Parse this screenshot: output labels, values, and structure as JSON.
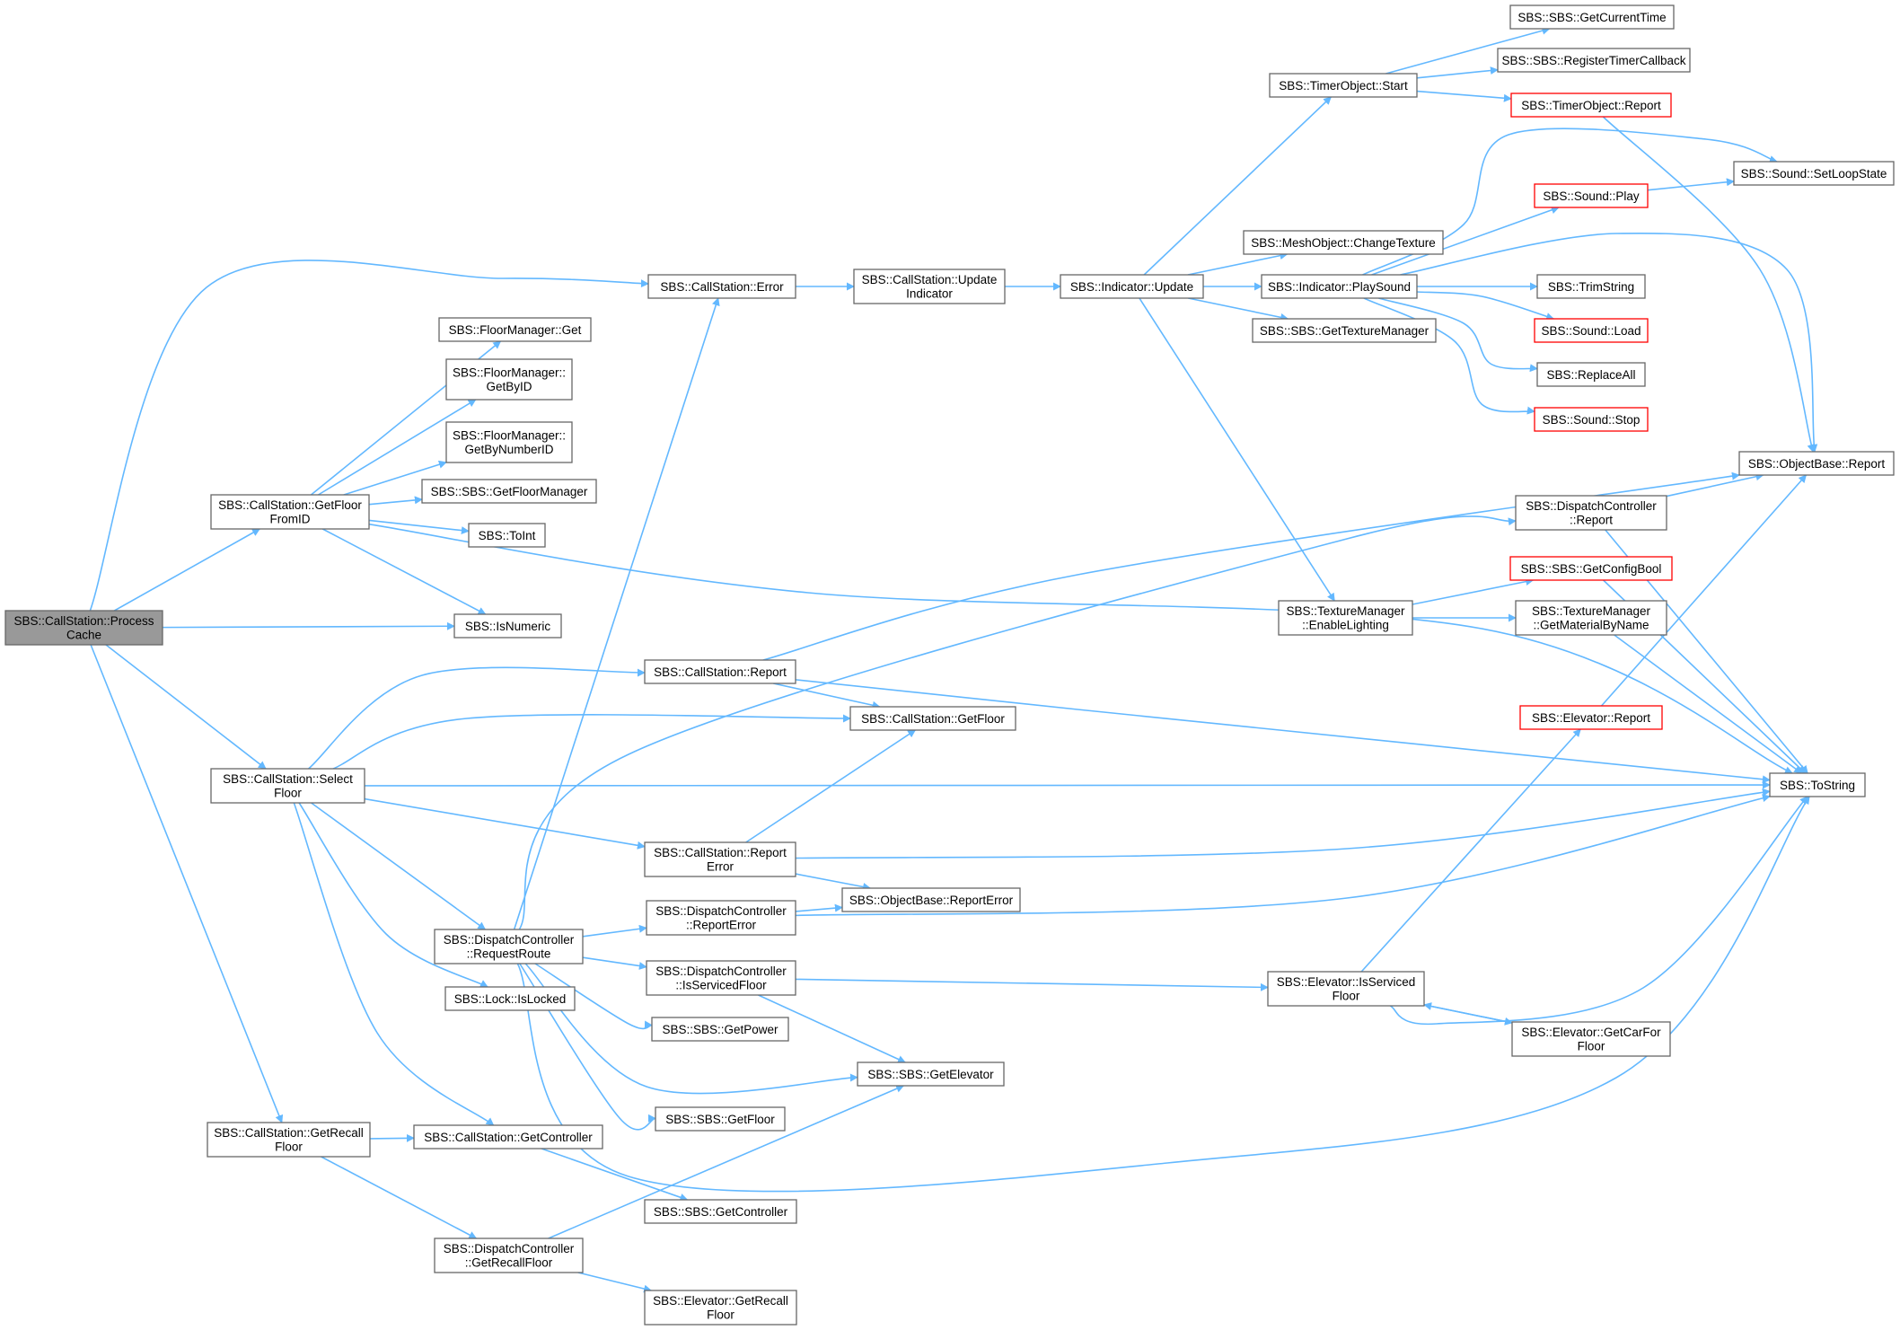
{
  "colors": {
    "edge": "#63b8ff",
    "node_border": "#666666",
    "node_border_truncated": "#ff0000",
    "node_fill": "#ffffff",
    "root_fill": "#999999"
  },
  "nodes": [
    {
      "id": "root",
      "label": [
        "SBS::CallStation::Process",
        "Cache"
      ],
      "root": true
    },
    {
      "id": "getFloorFromID",
      "label": [
        "SBS::CallStation::GetFloor",
        "FromID"
      ]
    },
    {
      "id": "selectFloor",
      "label": [
        "SBS::CallStation::Select",
        "Floor"
      ]
    },
    {
      "id": "getRecallFloor",
      "label": [
        "SBS::CallStation::GetRecall",
        "Floor"
      ]
    },
    {
      "id": "fmGet",
      "label": [
        "SBS::FloorManager::Get"
      ]
    },
    {
      "id": "fmGetByID",
      "label": [
        "SBS::FloorManager::",
        "GetByID"
      ]
    },
    {
      "id": "fmGetByNumberID",
      "label": [
        "SBS::FloorManager::",
        "GetByNumberID"
      ]
    },
    {
      "id": "getFloorManager",
      "label": [
        "SBS::SBS::GetFloorManager"
      ]
    },
    {
      "id": "toInt",
      "label": [
        "SBS::ToInt"
      ]
    },
    {
      "id": "isNumeric",
      "label": [
        "SBS::IsNumeric"
      ]
    },
    {
      "id": "dcRequestRoute",
      "label": [
        "SBS::DispatchController",
        "::RequestRoute"
      ]
    },
    {
      "id": "lockIsLocked",
      "label": [
        "SBS::Lock::IsLocked"
      ]
    },
    {
      "id": "csGetController",
      "label": [
        "SBS::CallStation::GetController"
      ]
    },
    {
      "id": "dcGetRecallFloor",
      "label": [
        "SBS::DispatchController",
        "::GetRecallFloor"
      ]
    },
    {
      "id": "csError",
      "label": [
        "SBS::CallStation::Error"
      ]
    },
    {
      "id": "csReport",
      "label": [
        "SBS::CallStation::Report"
      ]
    },
    {
      "id": "csReportError",
      "label": [
        "SBS::CallStation::Report",
        "Error"
      ]
    },
    {
      "id": "dcReportError",
      "label": [
        "SBS::DispatchController",
        "::ReportError"
      ]
    },
    {
      "id": "dcIsServicedFloor",
      "label": [
        "SBS::DispatchController",
        "::IsServicedFloor"
      ]
    },
    {
      "id": "sbsGetPower",
      "label": [
        "SBS::SBS::GetPower"
      ]
    },
    {
      "id": "sbsGetFloor",
      "label": [
        "SBS::SBS::GetFloor"
      ]
    },
    {
      "id": "sbsGetController",
      "label": [
        "SBS::SBS::GetController"
      ]
    },
    {
      "id": "elevGetRecallFloor",
      "label": [
        "SBS::Elevator::GetRecall",
        "Floor"
      ]
    },
    {
      "id": "csUpdateIndicator",
      "label": [
        "SBS::CallStation::Update",
        "Indicator"
      ]
    },
    {
      "id": "csGetFloor",
      "label": [
        "SBS::CallStation::GetFloor"
      ]
    },
    {
      "id": "obReportError",
      "label": [
        "SBS::ObjectBase::ReportError"
      ]
    },
    {
      "id": "sbsGetElevator",
      "label": [
        "SBS::SBS::GetElevator"
      ]
    },
    {
      "id": "indUpdate",
      "label": [
        "SBS::Indicator::Update"
      ]
    },
    {
      "id": "timerStart",
      "label": [
        "SBS::TimerObject::Start"
      ]
    },
    {
      "id": "meshChangeTexture",
      "label": [
        "SBS::MeshObject::ChangeTexture"
      ]
    },
    {
      "id": "indPlaySound",
      "label": [
        "SBS::Indicator::PlaySound"
      ]
    },
    {
      "id": "getTextureManager",
      "label": [
        "SBS::SBS::GetTextureManager"
      ]
    },
    {
      "id": "tmEnableLighting",
      "label": [
        "SBS::TextureManager",
        "::EnableLighting"
      ]
    },
    {
      "id": "elevIsServicedFloor",
      "label": [
        "SBS::Elevator::IsServiced",
        "Floor"
      ]
    },
    {
      "id": "getCurrentTime",
      "label": [
        "SBS::SBS::GetCurrentTime"
      ]
    },
    {
      "id": "registerTimerCallback",
      "label": [
        "SBS::SBS::RegisterTimerCallback"
      ]
    },
    {
      "id": "timerReport",
      "label": [
        "SBS::TimerObject::Report"
      ],
      "truncated": true
    },
    {
      "id": "soundPlay",
      "label": [
        "SBS::Sound::Play"
      ],
      "truncated": true
    },
    {
      "id": "trimString",
      "label": [
        "SBS::TrimString"
      ]
    },
    {
      "id": "soundLoad",
      "label": [
        "SBS::Sound::Load"
      ],
      "truncated": true
    },
    {
      "id": "replaceAll",
      "label": [
        "SBS::ReplaceAll"
      ]
    },
    {
      "id": "soundStop",
      "label": [
        "SBS::Sound::Stop"
      ],
      "truncated": true
    },
    {
      "id": "dcReport",
      "label": [
        "SBS::DispatchController",
        "::Report"
      ]
    },
    {
      "id": "getConfigBool",
      "label": [
        "SBS::SBS::GetConfigBool"
      ],
      "truncated": true
    },
    {
      "id": "tmGetMaterialByName",
      "label": [
        "SBS::TextureManager",
        "::GetMaterialByName"
      ]
    },
    {
      "id": "elevReport",
      "label": [
        "SBS::Elevator::Report"
      ],
      "truncated": true
    },
    {
      "id": "elevGetCarForFloor",
      "label": [
        "SBS::Elevator::GetCarFor",
        "Floor"
      ]
    },
    {
      "id": "soundSetLoopState",
      "label": [
        "SBS::Sound::SetLoopState"
      ]
    },
    {
      "id": "obReport",
      "label": [
        "SBS::ObjectBase::Report"
      ]
    },
    {
      "id": "toString",
      "label": [
        "SBS::ToString"
      ]
    }
  ],
  "edges": [
    [
      "root",
      "csError"
    ],
    [
      "root",
      "getFloorFromID"
    ],
    [
      "root",
      "isNumeric"
    ],
    [
      "root",
      "selectFloor"
    ],
    [
      "root",
      "getRecallFloor"
    ],
    [
      "getFloorFromID",
      "fmGet"
    ],
    [
      "getFloorFromID",
      "fmGetByID"
    ],
    [
      "getFloorFromID",
      "fmGetByNumberID"
    ],
    [
      "getFloorFromID",
      "getFloorManager"
    ],
    [
      "getFloorFromID",
      "toInt"
    ],
    [
      "getFloorFromID",
      "isNumeric"
    ],
    [
      "getFloorFromID",
      "toString"
    ],
    [
      "selectFloor",
      "csReport"
    ],
    [
      "selectFloor",
      "csGetFloor"
    ],
    [
      "selectFloor",
      "toString"
    ],
    [
      "selectFloor",
      "csReportError"
    ],
    [
      "selectFloor",
      "dcRequestRoute"
    ],
    [
      "selectFloor",
      "lockIsLocked"
    ],
    [
      "selectFloor",
      "csGetController"
    ],
    [
      "getRecallFloor",
      "csGetController"
    ],
    [
      "getRecallFloor",
      "dcGetRecallFloor"
    ],
    [
      "dcRequestRoute",
      "csError"
    ],
    [
      "dcRequestRoute",
      "dcReport"
    ],
    [
      "dcRequestRoute",
      "dcReportError"
    ],
    [
      "dcRequestRoute",
      "dcIsServicedFloor"
    ],
    [
      "dcRequestRoute",
      "sbsGetPower"
    ],
    [
      "dcRequestRoute",
      "sbsGetElevator"
    ],
    [
      "dcRequestRoute",
      "sbsGetFloor"
    ],
    [
      "dcRequestRoute",
      "toString"
    ],
    [
      "csGetController",
      "sbsGetController"
    ],
    [
      "dcGetRecallFloor",
      "sbsGetElevator"
    ],
    [
      "dcGetRecallFloor",
      "elevGetRecallFloor"
    ],
    [
      "csError",
      "csUpdateIndicator"
    ],
    [
      "csUpdateIndicator",
      "indUpdate"
    ],
    [
      "csReport",
      "obReport"
    ],
    [
      "csReport",
      "csGetFloor"
    ],
    [
      "csReport",
      "toString"
    ],
    [
      "csReportError",
      "csGetFloor"
    ],
    [
      "csReportError",
      "toString"
    ],
    [
      "csReportError",
      "obReportError"
    ],
    [
      "dcReportError",
      "obReportError"
    ],
    [
      "dcReportError",
      "toString"
    ],
    [
      "dcIsServicedFloor",
      "elevIsServicedFloor"
    ],
    [
      "dcIsServicedFloor",
      "sbsGetElevator"
    ],
    [
      "indUpdate",
      "timerStart"
    ],
    [
      "indUpdate",
      "meshChangeTexture"
    ],
    [
      "indUpdate",
      "indPlaySound"
    ],
    [
      "indUpdate",
      "getTextureManager"
    ],
    [
      "indUpdate",
      "tmEnableLighting"
    ],
    [
      "timerStart",
      "getCurrentTime"
    ],
    [
      "timerStart",
      "registerTimerCallback"
    ],
    [
      "timerStart",
      "timerReport"
    ],
    [
      "timerReport",
      "obReport"
    ],
    [
      "indPlaySound",
      "soundSetLoopState"
    ],
    [
      "indPlaySound",
      "soundPlay"
    ],
    [
      "indPlaySound",
      "obReport"
    ],
    [
      "indPlaySound",
      "trimString"
    ],
    [
      "indPlaySound",
      "soundLoad"
    ],
    [
      "indPlaySound",
      "replaceAll"
    ],
    [
      "indPlaySound",
      "soundStop"
    ],
    [
      "soundPlay",
      "soundSetLoopState"
    ],
    [
      "tmEnableLighting",
      "getConfigBool"
    ],
    [
      "tmEnableLighting",
      "tmGetMaterialByName"
    ],
    [
      "dcReport",
      "obReport"
    ],
    [
      "dcReport",
      "toString"
    ],
    [
      "getConfigBool",
      "toString"
    ],
    [
      "tmGetMaterialByName",
      "toString"
    ],
    [
      "elevReport",
      "obReport"
    ],
    [
      "elevIsServicedFloor",
      "elevReport"
    ],
    [
      "elevIsServicedFloor",
      "elevGetCarForFloor"
    ],
    [
      "elevIsServicedFloor",
      "toString"
    ],
    [
      "elevGetCarForFloor",
      "elevIsServicedFloor"
    ]
  ]
}
